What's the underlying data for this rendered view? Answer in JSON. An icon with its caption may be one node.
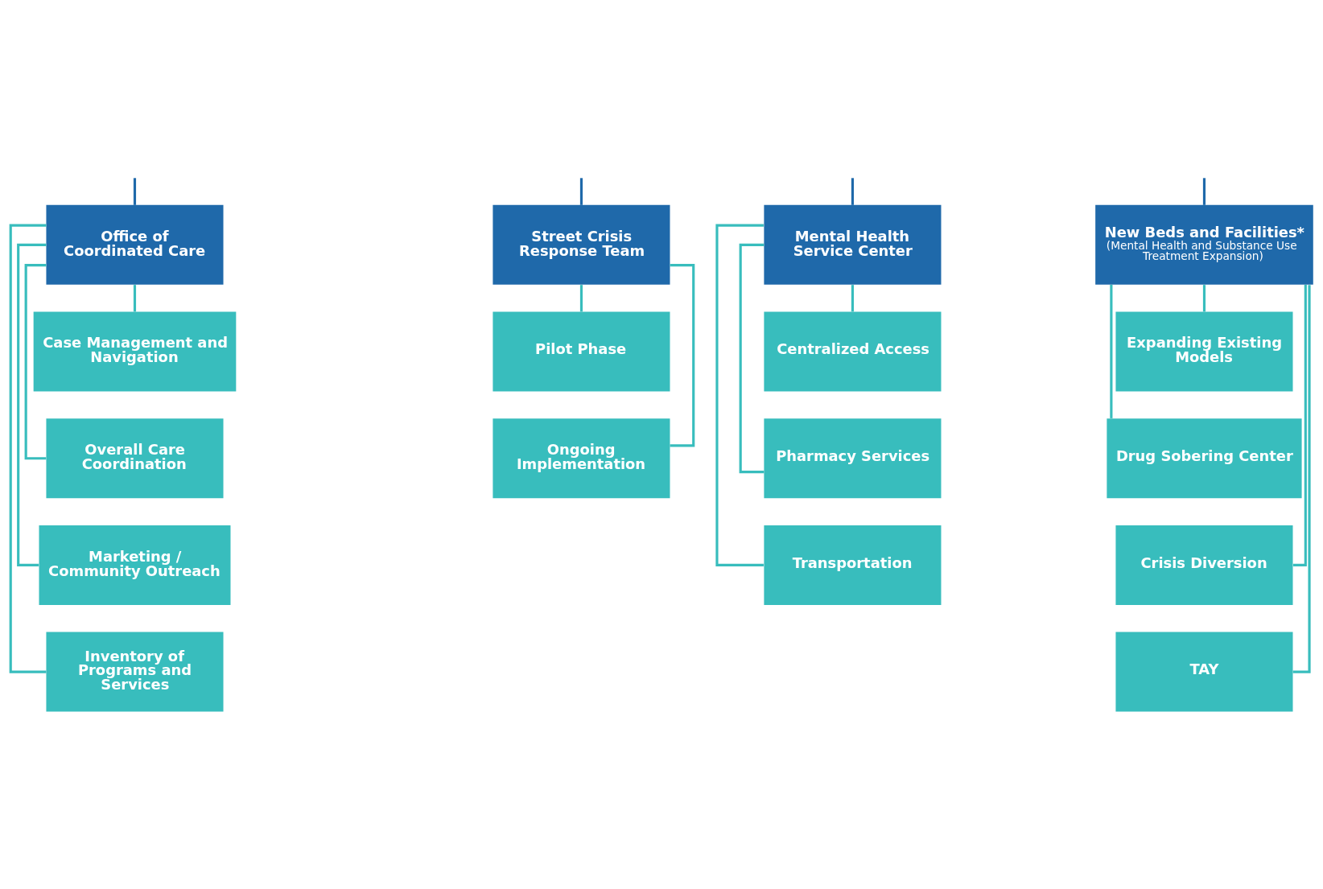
{
  "diagram": {
    "nodes": [
      {
        "text": [
          "Office of Coordinated Care"
        ]
      },
      {
        "text": [
          "Case Management and Navigation"
        ]
      },
      {
        "text": [
          "Overall Care Coordination"
        ]
      },
      {
        "text": [
          "Marketing / Community Outreach"
        ]
      },
      {
        "text": [
          "Inventory of Programs and Services"
        ]
      },
      {
        "text": [
          "Street Crisis Response Team"
        ]
      },
      {
        "text": [
          "Pilot Phase"
        ]
      },
      {
        "text": [
          "Ongoing Implementation"
        ]
      },
      {
        "text": [
          "Mental Health Service Center"
        ]
      },
      {
        "text": [
          "Centralized Access"
        ]
      },
      {
        "text": [
          "Pharmacy Services"
        ]
      },
      {
        "text": [
          "Transportation"
        ]
      },
      {
        "text": [
          "New Beds and Facilities*",
          "(Mental Health and Substance Use Treatment Expansion)"
        ]
      },
      {
        "text": [
          "Expanding Existing Models"
        ]
      },
      {
        "text": [
          "Drug Sobering Center"
        ]
      },
      {
        "text": [
          "Crisis Diversion"
        ]
      },
      {
        "text": [
          "TAY"
        ]
      }
    ],
    "edges": [
      {
        "from": null,
        "to": 0,
        "arrow": "none"
      },
      {
        "from": null,
        "to": 5,
        "arrow": "none"
      },
      {
        "from": null,
        "to": 8,
        "arrow": "none"
      },
      {
        "from": null,
        "to": 12,
        "arrow": "none"
      },
      {
        "from": 0,
        "to": 1,
        "arrow": "none",
        "color": "#38bdbd"
      },
      {
        "from": 0,
        "to": 2,
        "arrow": "none",
        "color": "#38bdbd"
      },
      {
        "from": 0,
        "to": 3,
        "arrow": "none",
        "color": "#38bdbd"
      },
      {
        "from": 0,
        "to": 4,
        "arrow": "none",
        "color": "#38bdbd"
      },
      {
        "from": 5,
        "to": 6,
        "arrow": "none",
        "color": "#38bdbd"
      },
      {
        "from": 5,
        "to": 7,
        "arrow": "none",
        "color": "#38bdbd"
      },
      {
        "from": 8,
        "to": 9,
        "arrow": "none",
        "color": "#38bdbd"
      },
      {
        "from": 8,
        "to": 10,
        "arrow": "none",
        "color": "#38bdbd"
      },
      {
        "from": 8,
        "to": 11,
        "arrow": "none",
        "color": "#38bdbd"
      },
      {
        "from": 12,
        "to": 13,
        "arrow": "none",
        "color": "#38bdbd"
      },
      {
        "from": 12,
        "to": 14,
        "arrow": "none",
        "color": "#38bdbd"
      },
      {
        "from": 12,
        "to": 15,
        "arrow": "none",
        "color": "#38bdbd"
      },
      {
        "from": 12,
        "to": 16,
        "arrow": "none",
        "color": "#38bdbd"
      }
    ]
  }
}
